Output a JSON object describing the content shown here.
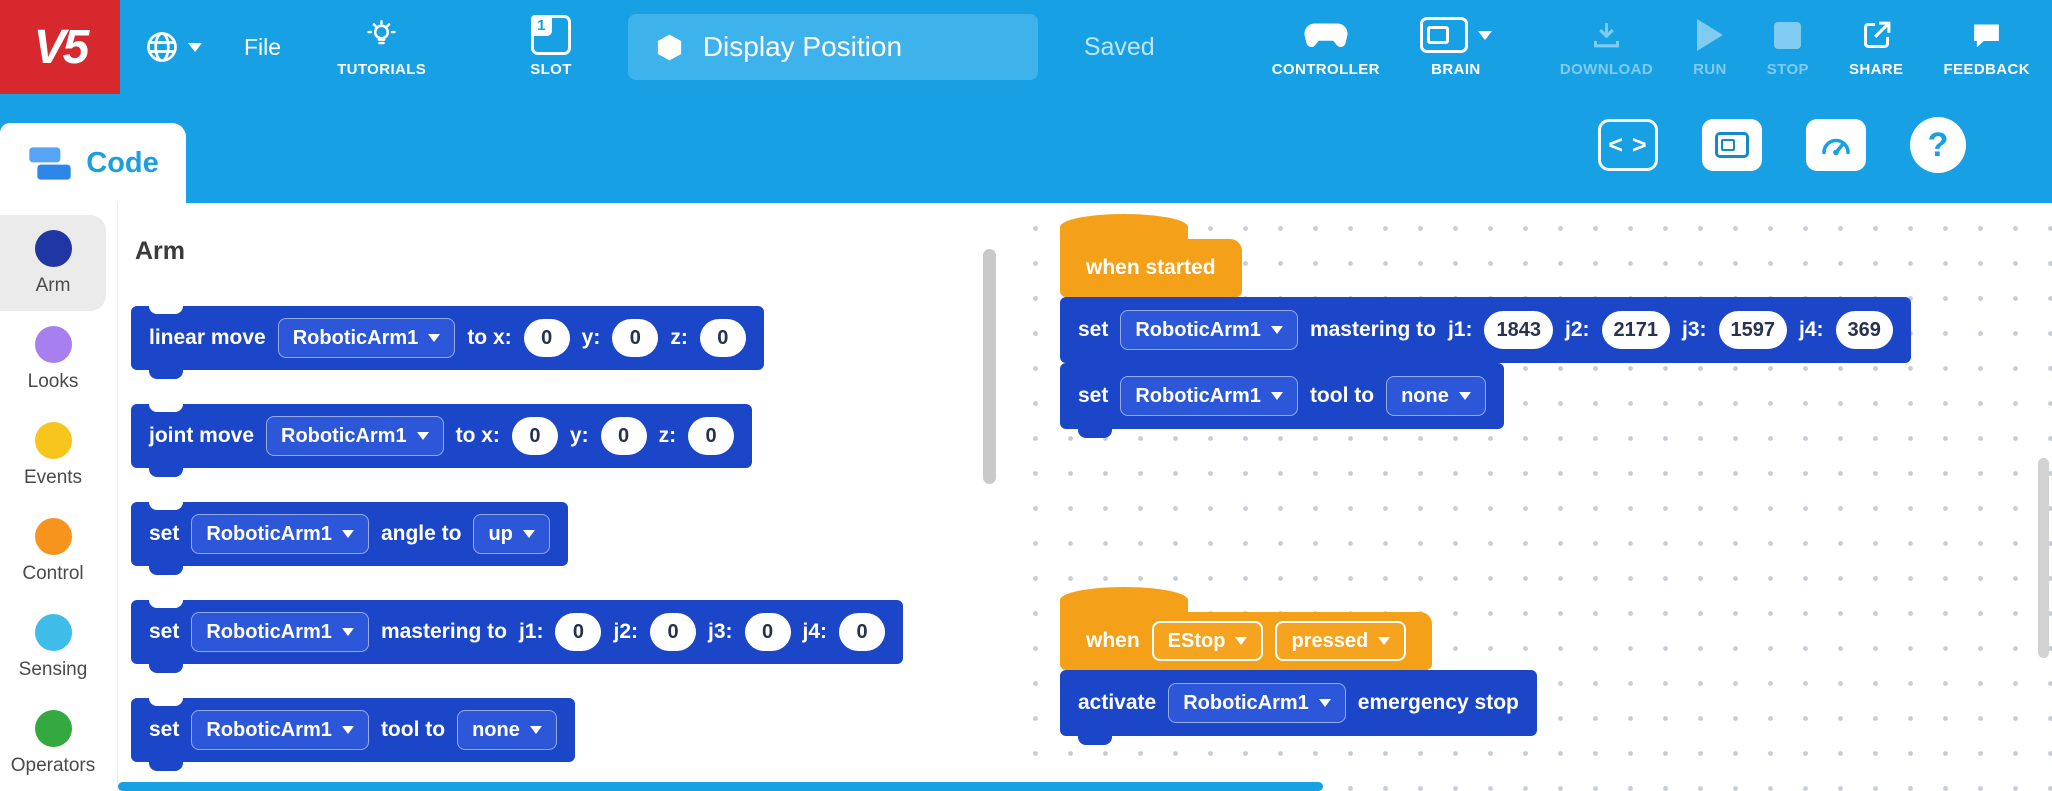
{
  "colors": {
    "header_blue": "#17A0E4",
    "project_box_blue": "#3EB2EB",
    "logo_red": "#D7282D",
    "block_blue": "#1B46C8",
    "hat_yellow": "#F5A019"
  },
  "topbar": {
    "logo_text": "V5",
    "file_label": "File",
    "tutorials_label": "TUTORIALS",
    "slot_label": "SLOT",
    "slot_number": "1",
    "project_name": "Display Position",
    "save_status": "Saved",
    "controller_label": "CONTROLLER",
    "brain_label": "BRAIN",
    "download_label": "DOWNLOAD",
    "run_label": "RUN",
    "stop_label": "STOP",
    "share_label": "SHARE",
    "feedback_label": "FEEDBACK"
  },
  "tabbar": {
    "code_tab_label": "Code"
  },
  "sidebar": {
    "items": [
      {
        "label": "Arm",
        "color": "#2036A3",
        "selected": true
      },
      {
        "label": "Looks",
        "color": "#A87FEE",
        "selected": false
      },
      {
        "label": "Events",
        "color": "#F8C51C",
        "selected": false
      },
      {
        "label": "Control",
        "color": "#F7941E",
        "selected": false
      },
      {
        "label": "Sensing",
        "color": "#3FBDE8",
        "selected": false
      },
      {
        "label": "Operators",
        "color": "#33A93F",
        "selected": false
      }
    ]
  },
  "palette": {
    "heading": "Arm",
    "linear_move": {
      "label": "linear move",
      "device": "RoboticArm1",
      "x_label": "to x:",
      "x": "0",
      "y_label": "y:",
      "y": "0",
      "z_label": "z:",
      "z": "0"
    },
    "joint_move": {
      "label": "joint move",
      "device": "RoboticArm1",
      "x_label": "to x:",
      "x": "0",
      "y_label": "y:",
      "y": "0",
      "z_label": "z:",
      "z": "0"
    },
    "set_angle": {
      "label": "set",
      "device": "RoboticArm1",
      "mid": "angle to",
      "value": "up"
    },
    "set_mastering": {
      "label": "set",
      "device": "RoboticArm1",
      "mid": "mastering to",
      "j1_label": "j1:",
      "j1": "0",
      "j2_label": "j2:",
      "j2": "0",
      "j3_label": "j3:",
      "j3": "0",
      "j4_label": "j4:",
      "j4": "0"
    },
    "set_tool": {
      "label": "set",
      "device": "RoboticArm1",
      "mid": "tool to",
      "value": "none"
    }
  },
  "canvas": {
    "when_started": {
      "label": "when started"
    },
    "set_mastering": {
      "label": "set",
      "device": "RoboticArm1",
      "mid": "mastering to",
      "j1_label": "j1:",
      "j1": "1843",
      "j2_label": "j2:",
      "j2": "2171",
      "j3_label": "j3:",
      "j3": "1597",
      "j4_label": "j4:",
      "j4": "369"
    },
    "set_tool": {
      "label": "set",
      "device": "RoboticArm1",
      "mid": "tool to",
      "value": "none"
    },
    "when_pressed": {
      "label": "when",
      "device": "EStop",
      "event": "pressed"
    },
    "activate": {
      "label": "activate",
      "device": "RoboticArm1",
      "suffix": "emergency stop"
    }
  }
}
